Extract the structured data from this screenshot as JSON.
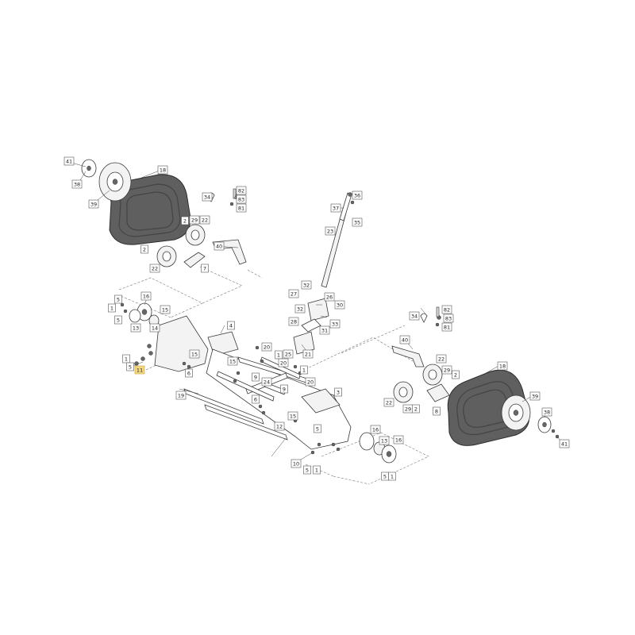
{
  "diagram": {
    "callouts": [
      {
        "id": "c41a",
        "label": "41"
      },
      {
        "id": "c38a",
        "label": "38"
      },
      {
        "id": "c39a",
        "label": "39"
      },
      {
        "id": "c18a",
        "label": "18"
      },
      {
        "id": "c34a",
        "label": "34"
      },
      {
        "id": "c82a",
        "label": "82"
      },
      {
        "id": "c83a",
        "label": "83"
      },
      {
        "id": "c81a",
        "label": "81"
      },
      {
        "id": "c2a",
        "label": "2"
      },
      {
        "id": "c29a",
        "label": "29"
      },
      {
        "id": "c22a",
        "label": "22"
      },
      {
        "id": "c2b",
        "label": "2"
      },
      {
        "id": "c22b",
        "label": "22"
      },
      {
        "id": "c40a",
        "label": "40"
      },
      {
        "id": "c7",
        "label": "7"
      },
      {
        "id": "c36",
        "label": "36"
      },
      {
        "id": "c37",
        "label": "37"
      },
      {
        "id": "c35",
        "label": "35"
      },
      {
        "id": "c23",
        "label": "23"
      },
      {
        "id": "c32a",
        "label": "32"
      },
      {
        "id": "c27",
        "label": "27"
      },
      {
        "id": "c26",
        "label": "26"
      },
      {
        "id": "c32b",
        "label": "32"
      },
      {
        "id": "c30",
        "label": "30"
      },
      {
        "id": "c28",
        "label": "28"
      },
      {
        "id": "c33",
        "label": "33"
      },
      {
        "id": "c31",
        "label": "31"
      },
      {
        "id": "c25",
        "label": "25"
      },
      {
        "id": "c21",
        "label": "21"
      },
      {
        "id": "c5a",
        "label": "5"
      },
      {
        "id": "c16a",
        "label": "16"
      },
      {
        "id": "c1a",
        "label": "1"
      },
      {
        "id": "c5b",
        "label": "5"
      },
      {
        "id": "c15a",
        "label": "15"
      },
      {
        "id": "c13a",
        "label": "13"
      },
      {
        "id": "c14",
        "label": "14"
      },
      {
        "id": "c4",
        "label": "4"
      },
      {
        "id": "c1b",
        "label": "1"
      },
      {
        "id": "c5c",
        "label": "5"
      },
      {
        "id": "c11",
        "label": "11"
      },
      {
        "id": "c15b",
        "label": "15"
      },
      {
        "id": "c6a",
        "label": "6"
      },
      {
        "id": "c20a",
        "label": "20"
      },
      {
        "id": "c1c",
        "label": "1"
      },
      {
        "id": "c20b",
        "label": "20"
      },
      {
        "id": "c15c",
        "label": "15"
      },
      {
        "id": "c1d",
        "label": "1"
      },
      {
        "id": "c20c",
        "label": "20"
      },
      {
        "id": "c9a",
        "label": "9"
      },
      {
        "id": "c24",
        "label": "24"
      },
      {
        "id": "c9b",
        "label": "9"
      },
      {
        "id": "c19",
        "label": "19"
      },
      {
        "id": "c6b",
        "label": "6"
      },
      {
        "id": "c12",
        "label": "12"
      },
      {
        "id": "c3",
        "label": "3"
      },
      {
        "id": "c15d",
        "label": "15"
      },
      {
        "id": "c5d",
        "label": "5"
      },
      {
        "id": "c10",
        "label": "10"
      },
      {
        "id": "c5e",
        "label": "5"
      },
      {
        "id": "c1e",
        "label": "1"
      },
      {
        "id": "c16b",
        "label": "16"
      },
      {
        "id": "c13b",
        "label": "13"
      },
      {
        "id": "c16c",
        "label": "16"
      },
      {
        "id": "c5f",
        "label": "5"
      },
      {
        "id": "c1f",
        "label": "1"
      },
      {
        "id": "c34b",
        "label": "34"
      },
      {
        "id": "c82b",
        "label": "82"
      },
      {
        "id": "c83b",
        "label": "83"
      },
      {
        "id": "c81b",
        "label": "81"
      },
      {
        "id": "c40b",
        "label": "40"
      },
      {
        "id": "c22c",
        "label": "22"
      },
      {
        "id": "c29b",
        "label": "29"
      },
      {
        "id": "c2c",
        "label": "2"
      },
      {
        "id": "c18b",
        "label": "18"
      },
      {
        "id": "c22d",
        "label": "22"
      },
      {
        "id": "c29c",
        "label": "29"
      },
      {
        "id": "c2d",
        "label": "2"
      },
      {
        "id": "c39b",
        "label": "39"
      },
      {
        "id": "c8",
        "label": "8"
      },
      {
        "id": "c38b",
        "label": "38"
      },
      {
        "id": "c41b",
        "label": "41"
      }
    ],
    "highlighted_callout": "c11",
    "colors": {
      "highlight": "#f4d884",
      "belt": "#5f5f5f",
      "outline": "#3a3a3a"
    }
  }
}
